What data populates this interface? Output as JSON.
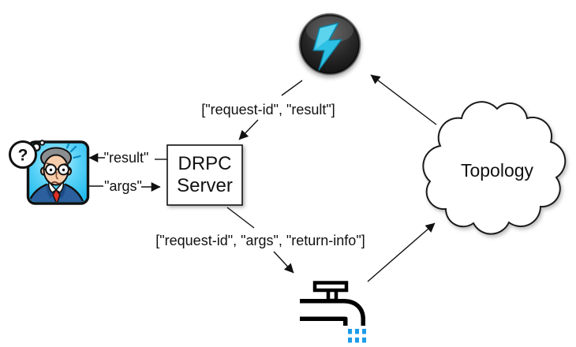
{
  "diagram": {
    "nodes": {
      "drpc": {
        "line1": "DRPC",
        "line2": "Server"
      },
      "topology": {
        "label": "Topology"
      },
      "client": {
        "thought": "?"
      }
    },
    "labels": {
      "request_result": "[\"request-id\", \"result\"]",
      "result": "\"result\"",
      "args": "\"args\"",
      "request_args_return": "[\"request-id\", \"args\", \"return-info\"]"
    },
    "icons": {
      "storm": "storm-lightning-logo-icon",
      "client": "confused-user-icon",
      "spout": "faucet-spout-icon",
      "topology": "cloud-shape",
      "arrows": "black-arrow-connectors"
    },
    "colors": {
      "bolt_cyan": "#2cc1e4",
      "water_blue": "#1b9ce8",
      "client_bg_cyan": "#27c1f1",
      "suit_blue": "#2b5f9e",
      "tie_red": "#e03126",
      "line_black": "#111111"
    }
  }
}
